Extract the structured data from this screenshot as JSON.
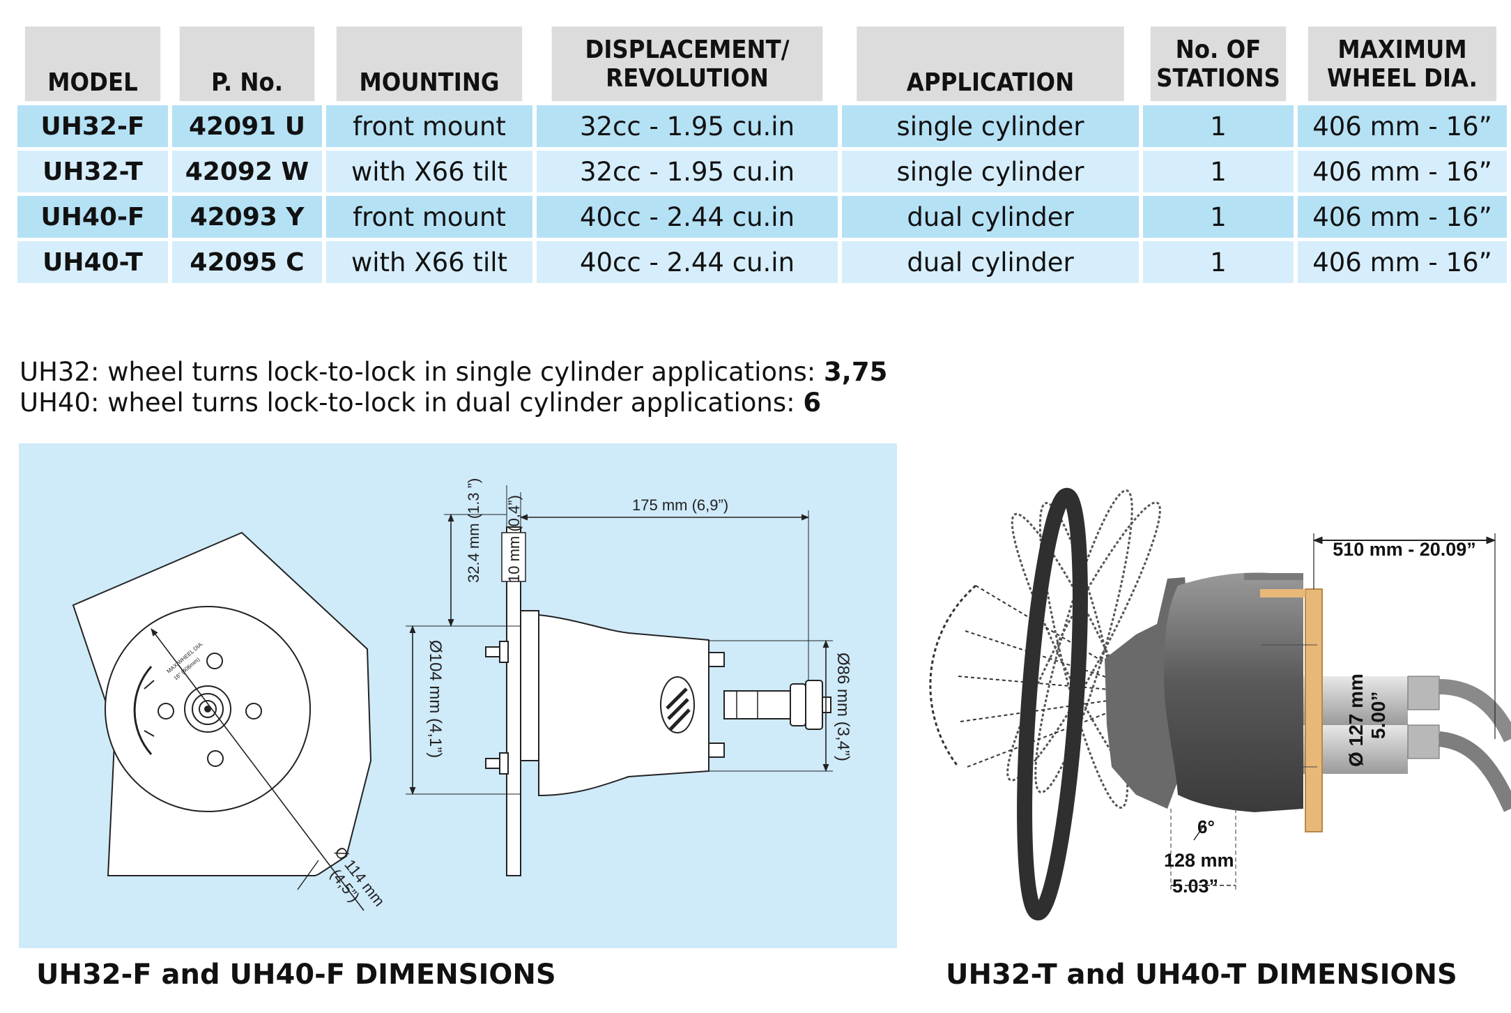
{
  "table": {
    "headers": [
      {
        "lines": [
          "MODEL"
        ]
      },
      {
        "lines": [
          "P. No."
        ]
      },
      {
        "lines": [
          "MOUNTING"
        ]
      },
      {
        "lines": [
          "DISPLACEMENT/",
          "REVOLUTION"
        ]
      },
      {
        "lines": [
          "APPLICATION"
        ]
      },
      {
        "lines": [
          "No. OF",
          "STATIONS"
        ]
      },
      {
        "lines": [
          "MAXIMUM",
          "WHEEL DIA."
        ]
      }
    ],
    "rows": [
      [
        "UH32-F",
        "42091 U",
        "front mount",
        "32cc - 1.95 cu.in",
        "single cylinder",
        "1",
        "406 mm - 16”"
      ],
      [
        "UH32-T",
        "42092 W",
        "with X66 tilt",
        "32cc - 1.95 cu.in",
        "single cylinder",
        "1",
        "406 mm - 16”"
      ],
      [
        "UH40-F",
        "42093 Y",
        "front mount",
        "40cc - 2.44 cu.in",
        "dual cylinder",
        "1",
        "406 mm - 16”"
      ],
      [
        "UH40-T",
        "42095 C",
        "with X66 tilt",
        "40cc - 2.44 cu.in",
        "dual cylinder",
        "1",
        "406 mm - 16”"
      ]
    ]
  },
  "notes": [
    {
      "text": "UH32: wheel turns lock-to-lock in single cylinder applications: ",
      "value": "3,75"
    },
    {
      "text": "UH40: wheel turns lock-to-lock in dual cylinder applications: ",
      "value": "6"
    }
  ],
  "left_diagram": {
    "caption": "UH32-F and UH40-F DIMENSIONS",
    "dim_length": "175 mm (6,9”)",
    "dim_stud": "32.4 mm (1.3 ”)",
    "dim_plate": "10 mm (0,4”)",
    "dim_flange": "Ø104 mm (4,1”)",
    "dim_body": "Ø86 mm (3,4”)",
    "dim_cutout_a": "Ø 114 mm",
    "dim_cutout_b": "(4,5”)",
    "plate_label_1": "MAX WHEEL DIA.",
    "plate_label_2": "16” (406mm)"
  },
  "right_diagram": {
    "caption": "UH32-T and UH40-T DIMENSIONS",
    "dim_length": "510 mm - 20.09”",
    "dim_dia_a": "Ø 127 mm",
    "dim_dia_b": "5.00”",
    "dim_angle": "6°",
    "dim_depth_a": "128 mm",
    "dim_depth_b": "5.03”"
  },
  "colors": {
    "header_bg": "#dcdcdc",
    "row_dark": "#b5e1f5",
    "row_light": "#d6eefb",
    "diagram_bg": "#cfeaf9",
    "mount_plate": "#e8b878"
  }
}
